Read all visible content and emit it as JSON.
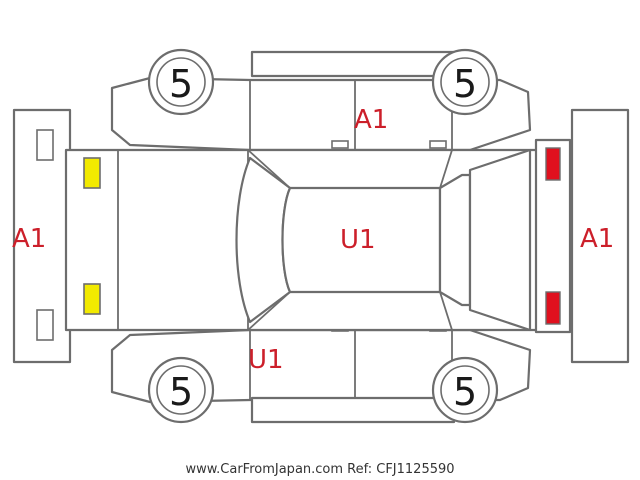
{
  "colors": {
    "code_text": "#cc1f2a",
    "outline": "#6d6d6d",
    "front_lamp_marker": "#f2ea00",
    "rear_lamp_marker": "#e0101e"
  },
  "labels": {
    "front_bumper": "A1",
    "rear_bumper": "A1",
    "left_door": "A1",
    "roof": "U1",
    "right_door": "U1"
  },
  "tires": {
    "front_left": "5",
    "rear_left": "5",
    "front_right": "5",
    "rear_right": "5"
  },
  "footer": "www.CarFromJapan.com Ref: CFJ1125590"
}
